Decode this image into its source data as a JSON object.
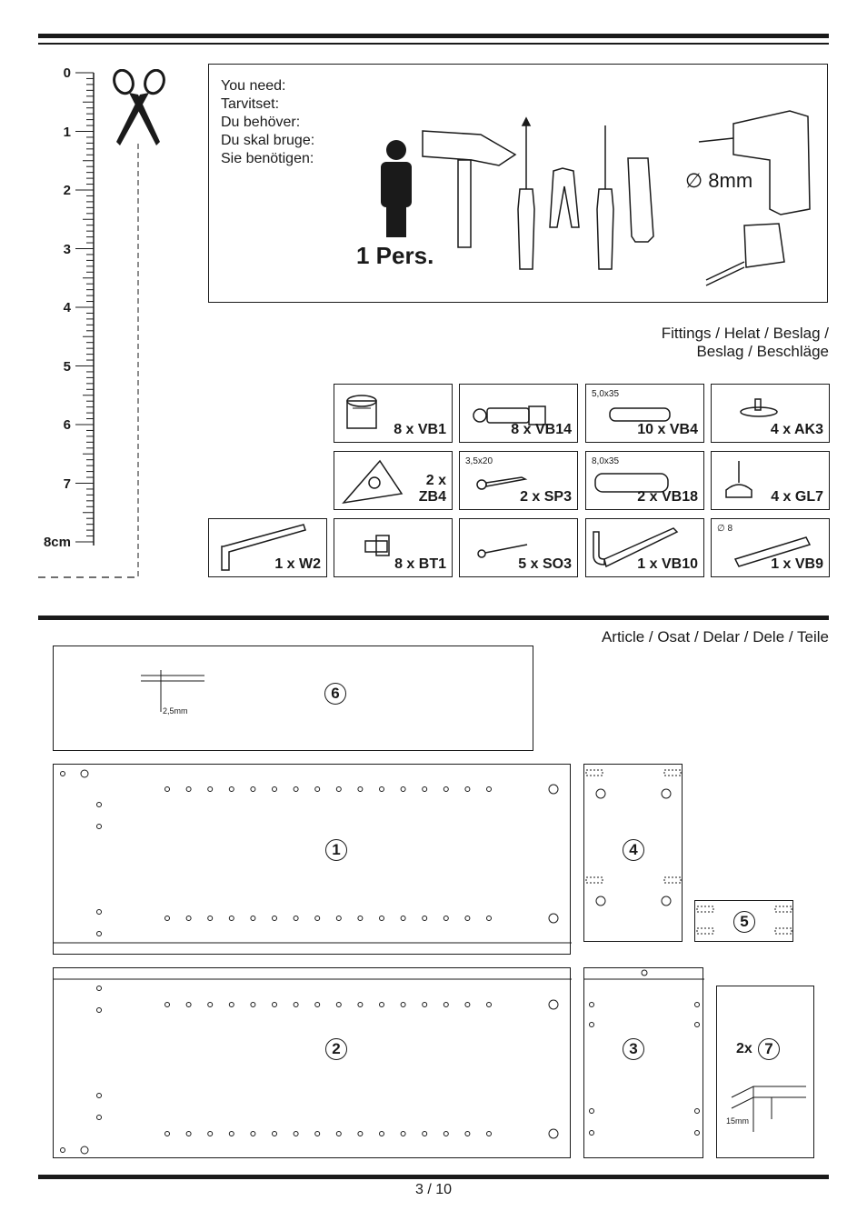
{
  "ruler": {
    "labels": [
      "0",
      "1",
      "2",
      "3",
      "4",
      "5",
      "6",
      "7",
      "8cm"
    ]
  },
  "tools": {
    "need_lines": [
      "You need:",
      "Tarvitset:",
      "Du behöver:",
      "Du skal bruge:",
      "Sie benötigen:"
    ],
    "persons": "1 Pers.",
    "drill_size": "∅ 8mm"
  },
  "fittings": {
    "heading_line1": "Fittings / Helat / Beslag /",
    "heading_line2": "Beslag / Beschläge",
    "items": [
      {
        "label": "8 x VB1",
        "note": ""
      },
      {
        "label": "8 x VB14",
        "note": ""
      },
      {
        "label": "10 x VB4",
        "note": "5,0x35"
      },
      {
        "label": "4 x AK3",
        "note": ""
      },
      {
        "label_line1": "2 x",
        "label_line2": "ZB4",
        "note": ""
      },
      {
        "label": "2 x SP3",
        "note": "3,5x20"
      },
      {
        "label": "2 x VB18",
        "note": "8,0x35"
      },
      {
        "label": "4 x GL7",
        "note": ""
      },
      {
        "label": "1 x W2",
        "note": ""
      },
      {
        "label": "8 x BT1",
        "note": ""
      },
      {
        "label": "5 x SO3",
        "note": ""
      },
      {
        "label": "1 x VB10",
        "note": ""
      },
      {
        "label": "1 x VB9",
        "note": "∅ 8"
      }
    ]
  },
  "articles": {
    "heading": "Article / Osat / Delar / Dele / Teile",
    "parts": [
      {
        "number": "6",
        "dimension": "2,5mm"
      },
      {
        "number": "1"
      },
      {
        "number": "4"
      },
      {
        "number": "5"
      },
      {
        "number": "2"
      },
      {
        "number": "3"
      },
      {
        "number": "7",
        "quantity": "2x",
        "dimension": "15mm"
      }
    ]
  },
  "page": {
    "number": "3 / 10"
  }
}
